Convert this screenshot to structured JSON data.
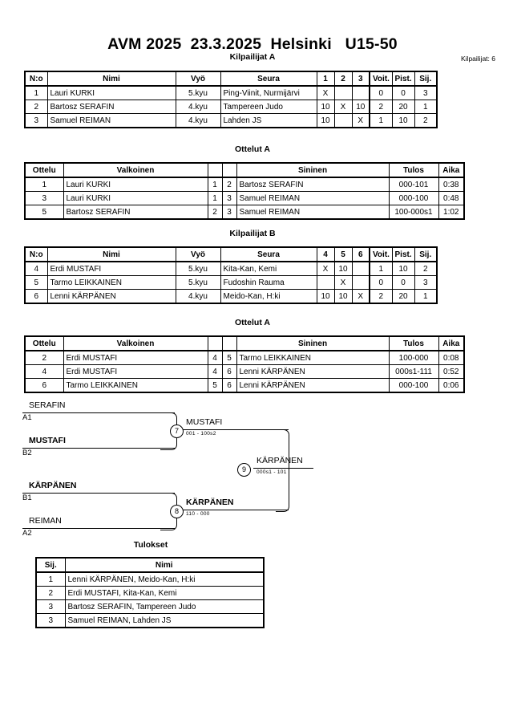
{
  "header": {
    "title": "AVM 2025  23.3.2025  Helsinki   U15-50",
    "entrants_label": "Kilpailijat: 6"
  },
  "pool_a": {
    "caption": "Kilpailijat A",
    "columns": [
      "N:o",
      "Nimi",
      "Vyö",
      "Seura",
      "1",
      "2",
      "3",
      "Voit.",
      "Pist.",
      "Sij."
    ],
    "rows": [
      {
        "no": "1",
        "name": "Lauri KURKI",
        "belt": "5.kyu",
        "club": "Ping-Viinit, Nurmijärvi",
        "m1": "X",
        "m2": "",
        "m3": "",
        "wins": "0",
        "points": "0",
        "rank": "3"
      },
      {
        "no": "2",
        "name": "Bartosz SERAFIN",
        "belt": "4.kyu",
        "club": "Tampereen Judo",
        "m1": "10",
        "m2": "X",
        "m3": "10",
        "wins": "2",
        "points": "20",
        "rank": "1"
      },
      {
        "no": "3",
        "name": "Samuel REIMAN",
        "belt": "4.kyu",
        "club": "Lahden JS",
        "m1": "10",
        "m2": "",
        "m3": "X",
        "wins": "1",
        "points": "10",
        "rank": "2"
      }
    ]
  },
  "matches_a": {
    "caption": "Ottelut A",
    "columns": [
      "Ottelu",
      "Valkoinen",
      "",
      "",
      "Sininen",
      "Tulos",
      "Aika"
    ],
    "rows": [
      {
        "match": "1",
        "white": "Lauri KURKI",
        "white_bold": false,
        "wn": "1",
        "bn": "2",
        "blue": "Bartosz SERAFIN",
        "blue_bold": true,
        "result": "000-101",
        "time": "0:38"
      },
      {
        "match": "3",
        "white": "Lauri KURKI",
        "white_bold": false,
        "wn": "1",
        "bn": "3",
        "blue": "Samuel REIMAN",
        "blue_bold": true,
        "result": "000-100",
        "time": "0:48"
      },
      {
        "match": "5",
        "white": "Bartosz SERAFIN",
        "white_bold": true,
        "wn": "2",
        "bn": "3",
        "blue": "Samuel REIMAN",
        "blue_bold": false,
        "result": "100-000s1",
        "time": "1:02"
      }
    ]
  },
  "pool_b": {
    "caption": "Kilpailijat B",
    "columns": [
      "N:o",
      "Nimi",
      "Vyö",
      "Seura",
      "4",
      "5",
      "6",
      "Voit.",
      "Pist.",
      "Sij."
    ],
    "rows": [
      {
        "no": "4",
        "name": "Erdi MUSTAFI",
        "belt": "5.kyu",
        "club": "Kita-Kan, Kemi",
        "m1": "X",
        "m2": "10",
        "m3": "",
        "wins": "1",
        "points": "10",
        "rank": "2"
      },
      {
        "no": "5",
        "name": "Tarmo LEIKKAINEN",
        "belt": "5.kyu",
        "club": "Fudoshin Rauma",
        "m1": "",
        "m2": "X",
        "m3": "",
        "wins": "0",
        "points": "0",
        "rank": "3"
      },
      {
        "no": "6",
        "name": "Lenni KÄRPÄNEN",
        "belt": "4.kyu",
        "club": "Meido-Kan, H:ki",
        "m1": "10",
        "m2": "10",
        "m3": "X",
        "wins": "2",
        "points": "20",
        "rank": "1"
      }
    ]
  },
  "matches_b": {
    "caption": "Ottelut A",
    "columns": [
      "Ottelu",
      "Valkoinen",
      "",
      "",
      "Sininen",
      "Tulos",
      "Aika"
    ],
    "rows": [
      {
        "match": "2",
        "white": "Erdi MUSTAFI",
        "white_bold": true,
        "wn": "4",
        "bn": "5",
        "blue": "Tarmo LEIKKAINEN",
        "blue_bold": false,
        "result": "100-000",
        "time": "0:08"
      },
      {
        "match": "4",
        "white": "Erdi MUSTAFI",
        "white_bold": false,
        "wn": "4",
        "bn": "6",
        "blue": "Lenni KÄRPÄNEN",
        "blue_bold": true,
        "result": "000s1-111",
        "time": "0:52"
      },
      {
        "match": "6",
        "white": "Tarmo LEIKKAINEN",
        "white_bold": false,
        "wn": "5",
        "bn": "6",
        "blue": "Lenni KÄRPÄNEN",
        "blue_bold": true,
        "result": "000-100",
        "time": "0:06"
      }
    ]
  },
  "bracket": {
    "entries": [
      {
        "name": "SERAFIN",
        "seed": "A1",
        "winner": false
      },
      {
        "name": "MUSTAFI",
        "seed": "B2",
        "winner": true
      },
      {
        "name": "KÄRPÄNEN",
        "seed": "B1",
        "winner": true
      },
      {
        "name": "REIMAN",
        "seed": "A2",
        "winner": false
      }
    ],
    "semifinals": [
      {
        "number": "7",
        "winner": "MUSTAFI",
        "score": "001 - 100s2",
        "bold": false
      },
      {
        "number": "8",
        "winner": "KÄRPÄNEN",
        "score": "110 - 000",
        "bold": true
      }
    ],
    "final": {
      "number": "9",
      "winner": "KÄRPÄNEN",
      "score": "000s1 - 101",
      "bold": false
    }
  },
  "results": {
    "caption": "Tulokset",
    "columns": [
      "Sij.",
      "Nimi"
    ],
    "rows": [
      {
        "rank": "1",
        "name": "Lenni KÄRPÄNEN, Meido-Kan, H:ki"
      },
      {
        "rank": "2",
        "name": "Erdi MUSTAFI, Kita-Kan, Kemi"
      },
      {
        "rank": "3",
        "name": "Bartosz SERAFIN, Tampereen Judo"
      },
      {
        "rank": "3",
        "name": "Samuel REIMAN, Lahden JS"
      }
    ]
  }
}
